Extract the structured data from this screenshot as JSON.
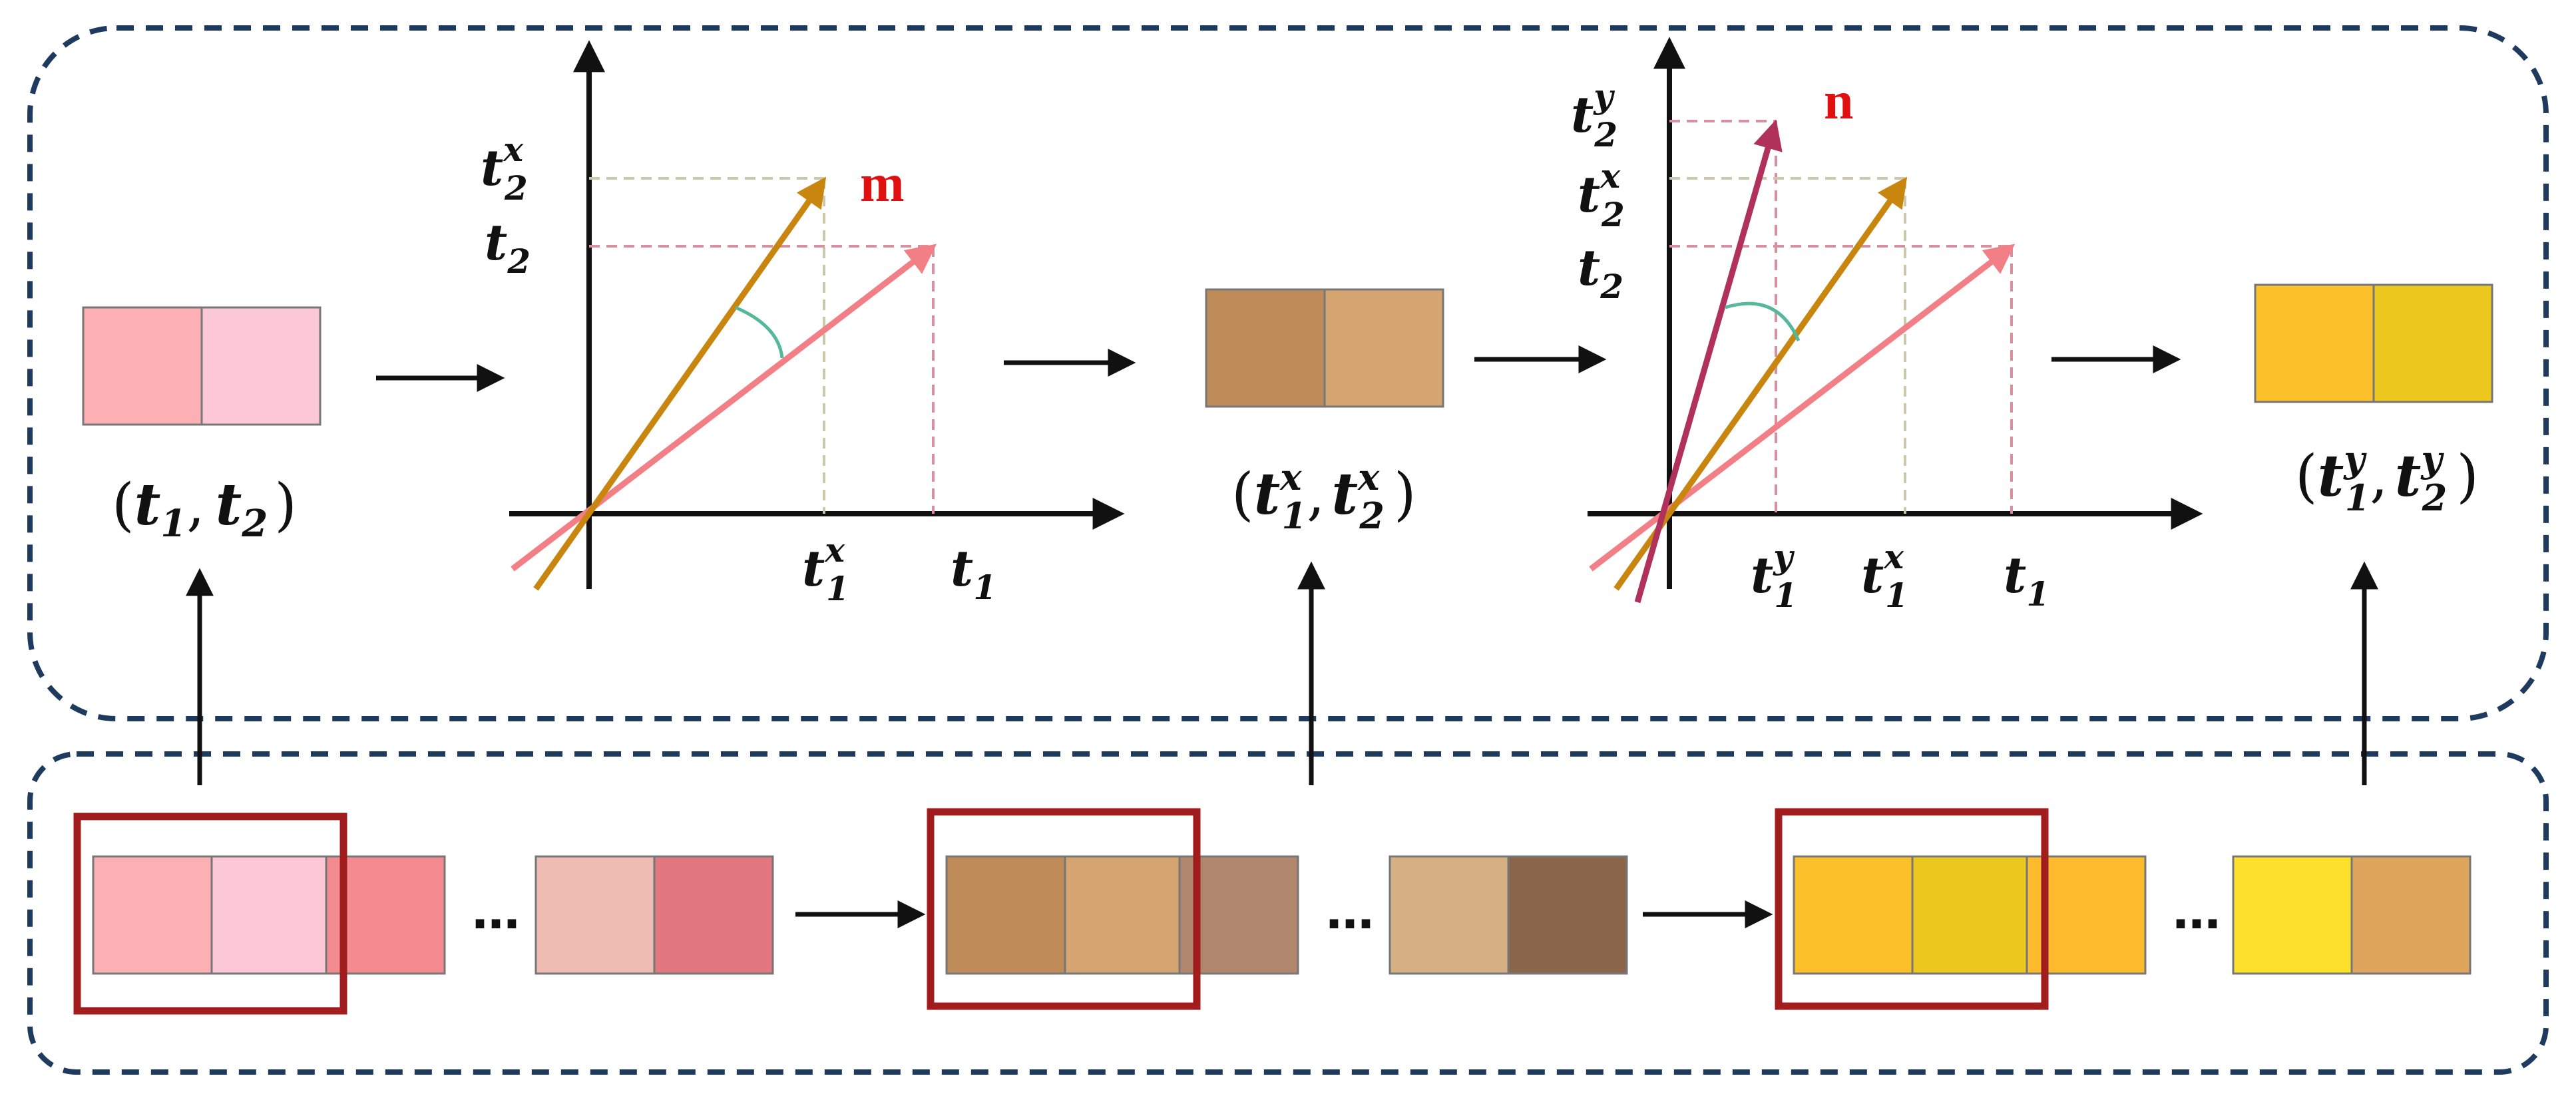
{
  "colors": {
    "panel_border": "#1f3a5f",
    "red_frame": "#a11c1c",
    "pink_vector": "#f27f86",
    "gold_vector": "#c8860e",
    "crimson_vector": "#b0325a",
    "angle_arc": "#55b89b",
    "label_red": "#e01010",
    "axis": "#111111"
  },
  "vectors": {
    "m": "m",
    "n": "n"
  },
  "symbols": {
    "t": "t",
    "sub1": "1",
    "sub2": "2",
    "supx": "x",
    "supy": "y",
    "open_paren": "(",
    "close_paren": ")",
    "comma": ",",
    "ellipsis": "…"
  },
  "blocks": {
    "original": [
      "#fcb0b3",
      "#fdc8d6"
    ],
    "rotated_x": [
      "#bf8b59",
      "#d4a570"
    ],
    "rotated_y": [
      "#fbc02a",
      "#ecc81f"
    ]
  },
  "sequences": [
    {
      "cells": [
        "#fcb0b3",
        "#fdc8d6",
        "#f28a8f"
      ],
      "tail": [
        "#eebcb2",
        "#e27780"
      ]
    },
    {
      "cells": [
        "#bf8b59",
        "#d4a570",
        "#b0876d"
      ],
      "tail": [
        "#d5b082",
        "#8a654a"
      ]
    },
    {
      "cells": [
        "#fbc02a",
        "#ecc81f",
        "#ffbb2e"
      ],
      "tail": [
        "#fde02c",
        "#e0a55c"
      ]
    }
  ]
}
